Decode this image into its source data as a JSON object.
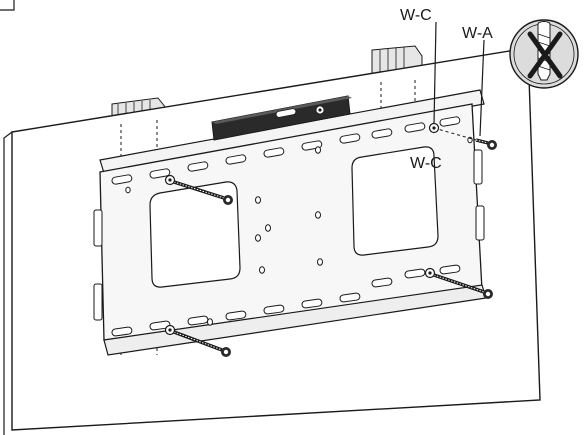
{
  "callouts": {
    "wood_screw": "W-A",
    "washer_top": "W-C",
    "washer_bottom": "W-C"
  },
  "icons": {
    "no_anchor": "prohibited-wall-anchor-icon",
    "level": "bubble-level-icon"
  },
  "colors": {
    "line": "#1a1a1a",
    "plate": "#f7f7f7",
    "wall": "#ffffff",
    "stud": "#e9e9e9"
  }
}
